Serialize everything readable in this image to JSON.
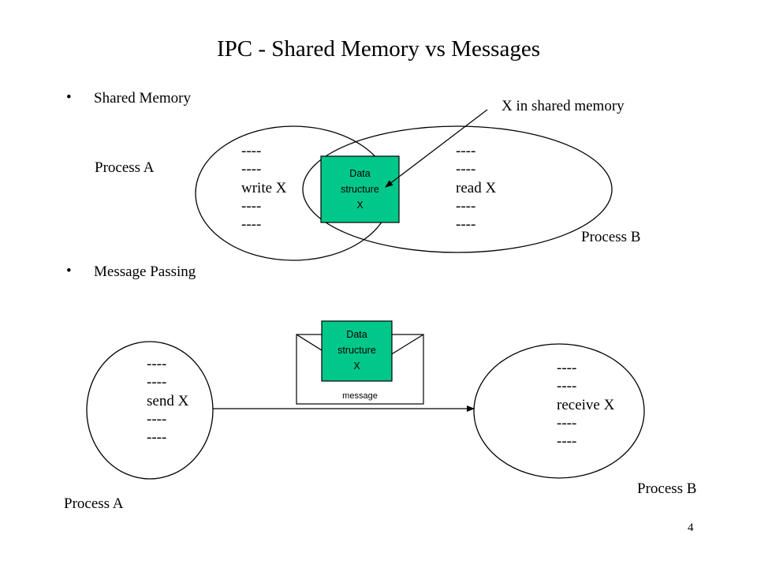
{
  "title": "IPC - Shared Memory vs Messages",
  "colors": {
    "data_box": "#00c78a",
    "line": "#000000"
  },
  "shared_memory": {
    "bullet": "Shared Memory",
    "process_a_label": "Process A",
    "process_b_label": "Process B",
    "callout": "X in shared memory",
    "data_box": [
      "Data",
      "structure",
      "X"
    ],
    "process_a_code": [
      "----",
      "----",
      "write X",
      "----",
      "----"
    ],
    "process_b_code": [
      "----",
      "----",
      "read X",
      "----",
      "----"
    ]
  },
  "message_passing": {
    "bullet": "Message Passing",
    "process_a_label": "Process A",
    "process_b_label": "Process B",
    "data_box": [
      "Data",
      "structure",
      "X"
    ],
    "envelope_label": "message",
    "process_a_code": [
      "----",
      "----",
      "send X",
      "----",
      "----"
    ],
    "process_b_code": [
      "----",
      "----",
      "receive X",
      "----",
      "----"
    ]
  },
  "page_number": "4"
}
